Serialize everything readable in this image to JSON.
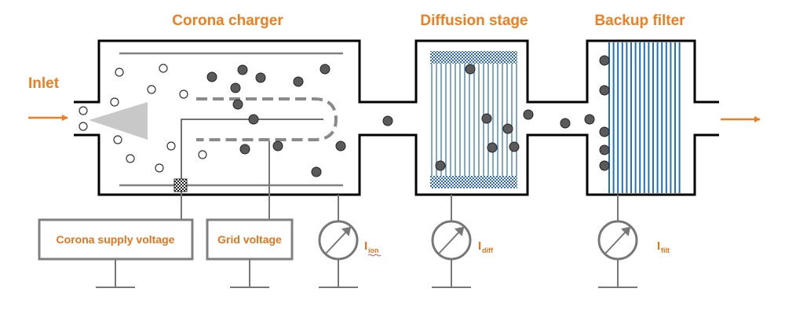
{
  "titles": {
    "inlet": "Inlet",
    "corona_charger": "Corona charger",
    "diffusion_stage": "Diffusion stage",
    "backup_filter": "Backup filter"
  },
  "boxes": {
    "corona_supply": "Corona supply voltage",
    "grid_voltage": "Grid voltage"
  },
  "meters": {
    "ion": {
      "symbol": "I",
      "subscript": "ion"
    },
    "diff": {
      "symbol": "I",
      "subscript": "diff"
    },
    "filt": {
      "symbol": "I",
      "subscript": "filt"
    }
  },
  "colors": {
    "accent": "#f07d1e",
    "box_border": "#808080",
    "particle_fill": "#5a5a5a",
    "mesh_blue": "#2a6db5",
    "filter_blue": "#1f6fbf",
    "outline": "#000000"
  }
}
